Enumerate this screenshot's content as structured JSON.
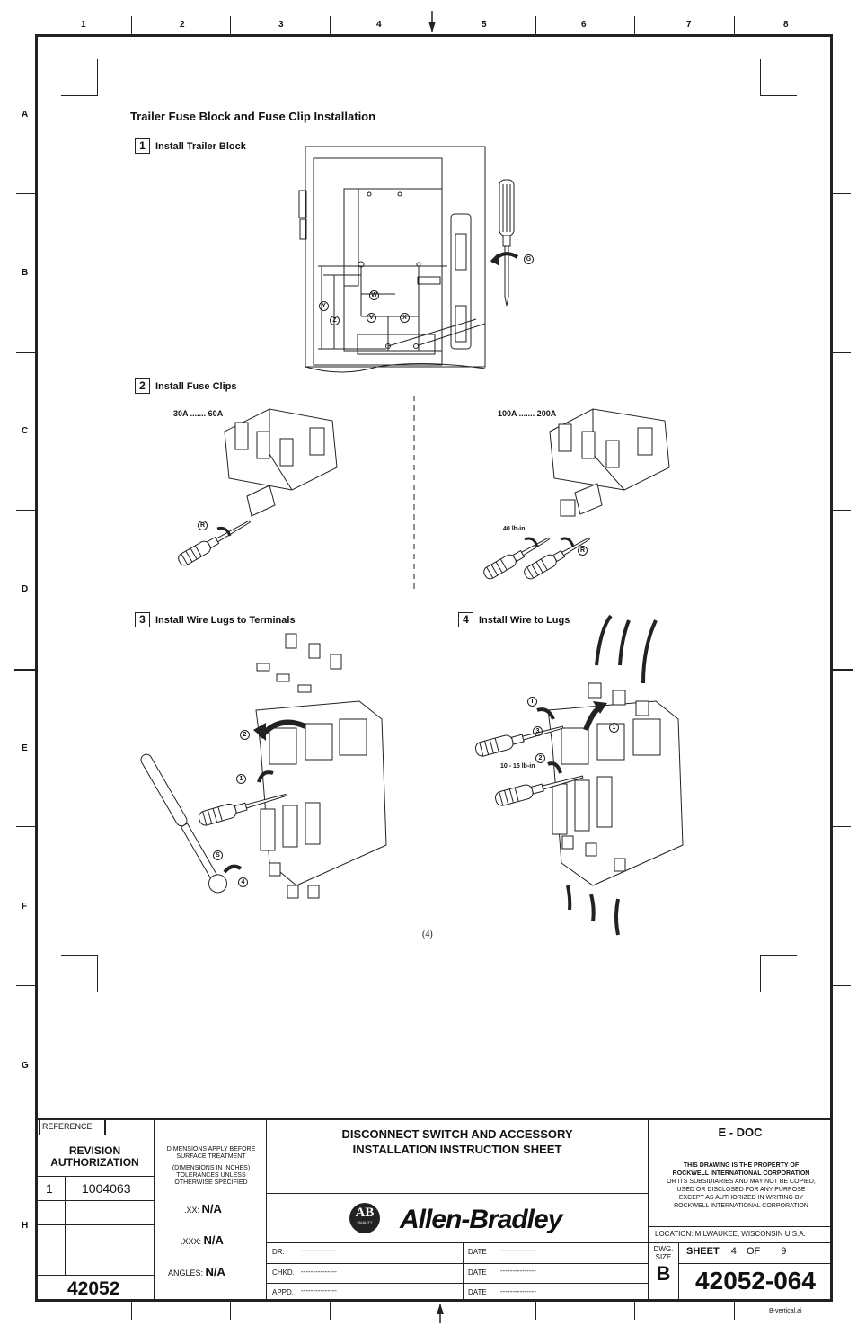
{
  "frame": {
    "columns": [
      "1",
      "2",
      "3",
      "4",
      "5",
      "6",
      "7",
      "8"
    ],
    "rows": [
      "A",
      "B",
      "C",
      "D",
      "E",
      "F",
      "G",
      "H"
    ]
  },
  "heading": "Trailer Fuse Block and Fuse Clip Installation",
  "steps": [
    {
      "num": "1",
      "label": "Install Trailer Block"
    },
    {
      "num": "2",
      "label": "Install Fuse Clips"
    },
    {
      "num": "3",
      "label": "Install Wire Lugs to Terminals"
    },
    {
      "num": "4",
      "label": "Install Wire to Lugs"
    }
  ],
  "callouts": {
    "g": "G",
    "w": "W",
    "v": "V",
    "x": "X",
    "y": "Y",
    "z": "Z",
    "r": "R",
    "s": "S",
    "t": "T",
    "c1": "1",
    "c2": "2",
    "c3": "3",
    "c4": "4"
  },
  "ranges": {
    "small": "30A ....... 60A",
    "large": "100A ....... 200A"
  },
  "torque": {
    "clip": "40 lb-in",
    "wire": "10 - 15 lb-in"
  },
  "page_number": "(4)",
  "title_block": {
    "reference": "REFERENCE",
    "revision_authorization": [
      "REVISION",
      "AUTHORIZATION"
    ],
    "rev_num": "1",
    "rev_code": "1004063",
    "drawing_base": "42052",
    "dim_note": [
      "DIMENSIONS APPLY BEFORE",
      "SURFACE TREATMENT",
      "",
      "(DIMENSIONS IN INCHES)",
      "TOLERANCES UNLESS",
      "OTHERWISE SPECIFIED"
    ],
    "tol_xx_label": ".XX:",
    "tol_xx": "N/A",
    "tol_xxx_label": ".XXX:",
    "tol_xxx": "N/A",
    "angles_label": "ANGLES:",
    "angles": "N/A",
    "doc_title": [
      "DISCONNECT SWITCH AND ACCESSORY",
      "INSTALLATION INSTRUCTION SHEET"
    ],
    "brand": "Allen-Bradley",
    "logo_text": "AB",
    "logo_sub": "QUALITY",
    "dr_label": "DR.",
    "chkd_label": "CHKD.",
    "appd_label": "APPD.",
    "date_label": "DATE",
    "blank": "---------------",
    "edoc": "E - DOC",
    "property": [
      "THIS DRAWING IS THE PROPERTY OF",
      "ROCKWELL INTERNATIONAL CORPORATION",
      "OR ITS SUBSIDIARIES AND MAY NOT BE COPIED,",
      "USED OR DISCLOSED FOR ANY PURPOSE",
      "EXCEPT AS AUTHORIZED IN WRITING BY",
      "ROCKWELL INTERNATIONAL CORPORATION"
    ],
    "location": "LOCATION:  MILWAUKEE,  WISCONSIN   U.S.A.",
    "dwg_size_label": [
      "DWG.",
      "SIZE"
    ],
    "dwg_size": "B",
    "sheet_label": "SHEET",
    "sheet_num": "4",
    "of_label": "OF",
    "sheet_total": "9",
    "drawing_number": "42052-064",
    "file_name": "B-vertical.ai"
  }
}
